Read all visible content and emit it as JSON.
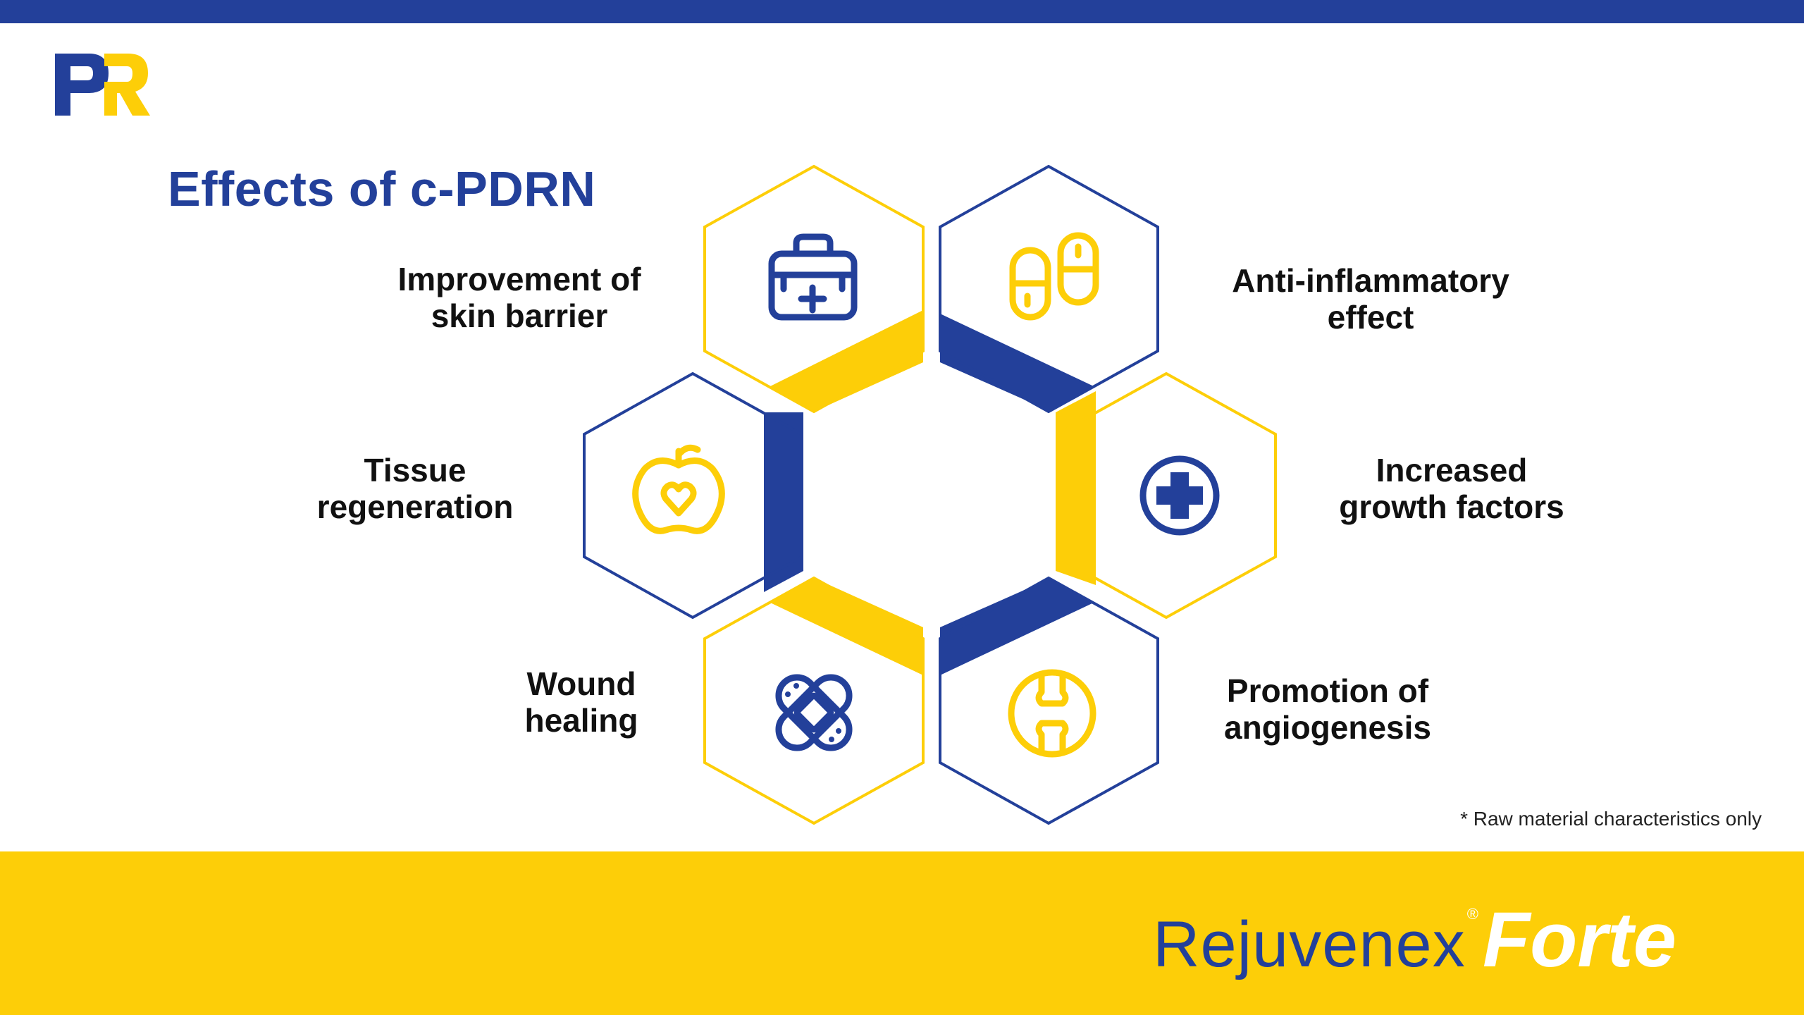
{
  "header": {
    "logo_text": "PR"
  },
  "title": "Effects of c-PDRN",
  "effects": [
    {
      "lines": [
        "Improvement of",
        "skin barrier"
      ],
      "icon": "medical-kit-icon"
    },
    {
      "lines": [
        "Anti-inflammatory",
        "effect"
      ],
      "icon": "capsules-icon"
    },
    {
      "lines": [
        "Tissue",
        "regeneration"
      ],
      "icon": "apple-heart-icon"
    },
    {
      "lines": [
        "Increased",
        "growth factors"
      ],
      "icon": "medical-cross-icon"
    },
    {
      "lines": [
        "Wound",
        "healing"
      ],
      "icon": "bandage-icon"
    },
    {
      "lines": [
        "Promotion of",
        "angiogenesis"
      ],
      "icon": "joint-icon"
    }
  ],
  "footnote": "* Raw material characteristics only",
  "brand": {
    "name": "Rejuvenex",
    "registered": "®",
    "sub": "Forte"
  },
  "colors": {
    "navy": "#23409a",
    "yellow": "#fdce08",
    "text": "#111111"
  }
}
